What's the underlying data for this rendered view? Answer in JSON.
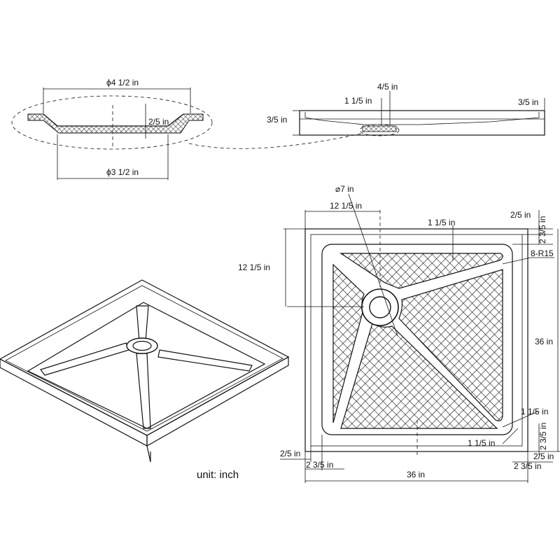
{
  "unit_label": "unit: inch",
  "drain_detail": {
    "top_diameter": "ϕ4 1/2 in",
    "bottom_diameter": "ϕ3 1/2 in",
    "depth": "2/5 in"
  },
  "side_view": {
    "height": "3/5 in",
    "drain_offset": "1 1/5 in",
    "drain_depth": "4/5 in",
    "rim_height": "3/5 in"
  },
  "top_view": {
    "drain_diameter": "⌀7 in",
    "drain_x": "12 1/5 in",
    "drain_y": "12 1/5 in",
    "channel_width": "1 1/5 in",
    "rim_top": "2/5 in",
    "flange_top": "2 3/5 in",
    "corner_radius": "8-R15",
    "height_total": "36 in",
    "width_total": "36 in",
    "corner_right": "1 1/5 in",
    "corner_bottom": "1 1/5 in",
    "flange_bottom_right": "2 3/5 in",
    "rim_bottom_right": "2/5 in",
    "rim_left": "2/5 in",
    "flange_left": "2 3/5 in",
    "flange_right_bottom": "2 3/5 in"
  }
}
